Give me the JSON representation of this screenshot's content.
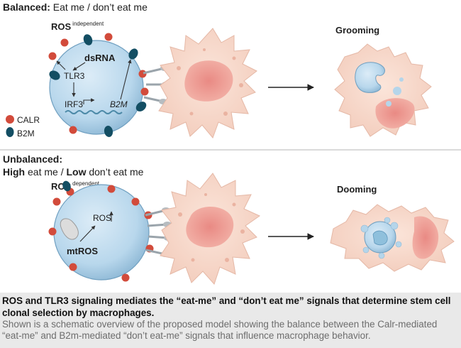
{
  "top_panel": {
    "heading_bold": "Balanced:",
    "heading_rest": " Eat me / don’t eat me",
    "ros_label": "ROS",
    "ros_sup": "independent",
    "dsrna": "dsRNA",
    "tlr3": "TLR3",
    "irf3": "IRF3",
    "b2m_gene": "B2M",
    "outcome": "Grooming"
  },
  "legend": {
    "calr_label": "CALR",
    "b2m_label": "B2M",
    "calr_color": "#d24b3b",
    "b2m_color": "#134e63"
  },
  "bottom_panel": {
    "heading_line1": "Unbalanced:",
    "heading_high": "High",
    "heading_mid": " eat me / ",
    "heading_low": "Low",
    "heading_end": " don’t eat me",
    "ros_label": "ROS",
    "ros_sup": "dependent",
    "ros_inner": "ROS",
    "mtros": "mtROS",
    "outcome": "Dooming"
  },
  "caption": {
    "title": "ROS and TLR3 signaling mediates the “eat-me” and “don’t eat me” signals that determine stem cell clonal selection by macrophages.",
    "text": "Shown is a schematic overview of the proposed model showing the balance between the Calr-mediated “eat-me” and B2m-mediated “don’t eat-me” signals that influence macrophage behavior."
  },
  "colors": {
    "stem_cell": "#b5d5ea",
    "macrophage": "#f8dccf",
    "nucleus": "#ee9e96"
  }
}
